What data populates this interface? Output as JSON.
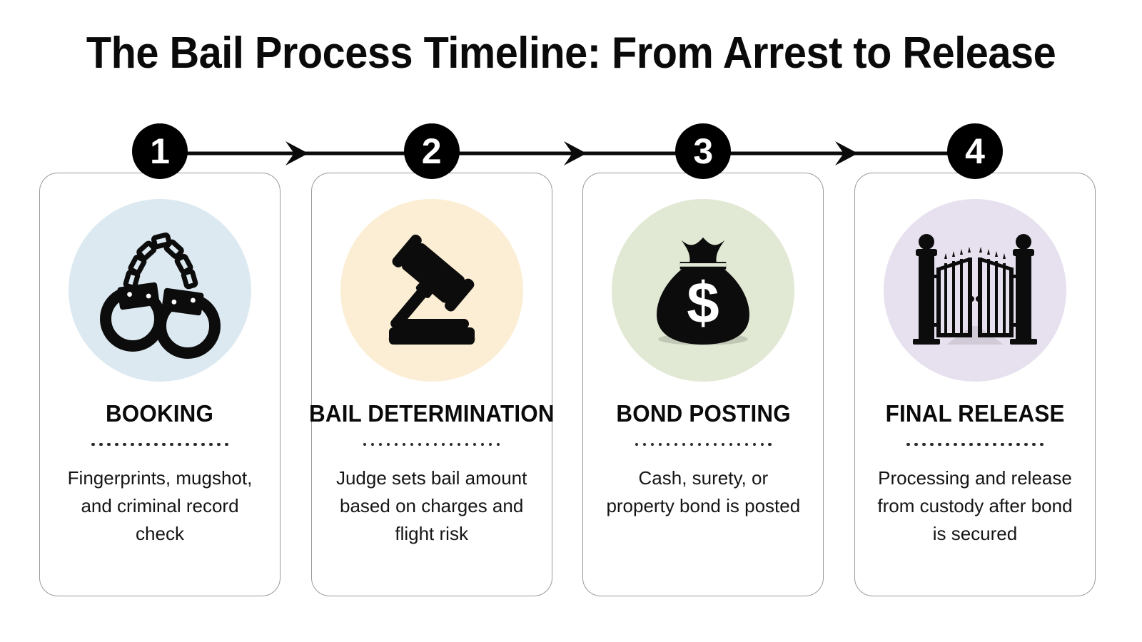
{
  "page": {
    "title": "The Bail Process Timeline: From Arrest to Release",
    "background_color": "#ffffff",
    "accent_color": "#000000"
  },
  "timeline": {
    "connector_color": "#0a0a0a",
    "arrow_count": 3,
    "badges": [
      "1",
      "2",
      "3",
      "4"
    ]
  },
  "steps": [
    {
      "number": "1",
      "title": "BOOKING",
      "description": "Fingerprints, mugshot, and criminal record check",
      "icon": "handcuffs-icon",
      "circle_color": "#dce9f1",
      "divider_dots": 18
    },
    {
      "number": "2",
      "title": "BAIL DETERMINATION",
      "description": "Judge sets bail amount based on charges and flight risk",
      "icon": "gavel-icon",
      "circle_color": "#fbeed4",
      "divider_dots": 18
    },
    {
      "number": "3",
      "title": "BOND POSTING",
      "description": "Cash, surety, or property bond is posted",
      "icon": "money-bag-icon",
      "circle_color": "#e1e8d3",
      "divider_dots": 18
    },
    {
      "number": "4",
      "title": "FINAL RELEASE",
      "description": "Processing and release from custody after bond is secured",
      "icon": "open-gate-icon",
      "circle_color": "#e7e1ef",
      "divider_dots": 18
    }
  ]
}
